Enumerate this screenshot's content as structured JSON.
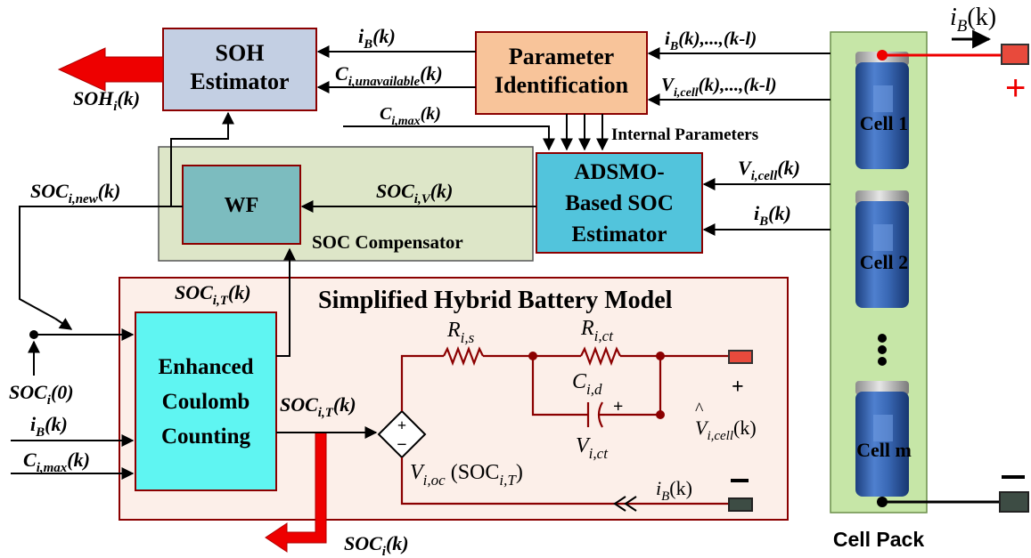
{
  "blocks": {
    "soh": [
      "SOH",
      "Estimator"
    ],
    "param": [
      "Parameter",
      "Identification"
    ],
    "adsmo": [
      "ADSMO-",
      "Based SOC",
      "Estimator"
    ],
    "wf": "WF",
    "soc_comp": "SOC Compensator",
    "hybrid_title": "Simplified Hybrid Battery Model",
    "ecc": [
      "Enhanced",
      "Coulomb",
      "Counting"
    ],
    "internal_params": "Internal Parameters",
    "cell_pack": "Cell Pack"
  },
  "cells": [
    "Cell 1",
    "Cell 2",
    "Cell m"
  ],
  "signals": {
    "sym_i": "i",
    "sym_C": "C",
    "sym_V": "V",
    "sym_SOC": "SOC",
    "sym_SOH": "SOH",
    "sym_R": "R",
    "sub_B": "B",
    "sub_i": "i",
    "sub_i_new": "i,new",
    "sub_i_V": "i,V",
    "sub_i_T": "i,T",
    "sub_i_cell": "i,cell",
    "sub_i_max": "i,max",
    "sub_i_unavail": "i,unavailable",
    "sub_i_s": "i,s",
    "sub_i_ct": "i,ct",
    "sub_i_d": "i,d",
    "sub_i_oc": "i,oc",
    "arg_k": "(k)",
    "arg_0": "(0)",
    "hist_tail": "(k),...,(k-l)",
    "voc_arg_open": "(SOC",
    "voc_arg_close": ")",
    "hat": "^",
    "plus": "+",
    "minus": "−"
  },
  "colors": {
    "soh_fill": "#c3cfe3",
    "param_fill": "#f8c49a",
    "adsmo_fill": "#52c4dc",
    "wf_fill": "#7cbcbf",
    "comp_bg": "#dde6c8",
    "hybrid_bg": "#fcefe9",
    "ecc_fill": "#5ff5f2",
    "pack_fill": "#c6e6a7",
    "border_dark_red": "#8b0000",
    "arrow_red": "#ee0000",
    "cell_blue": "#2f5ea8"
  }
}
